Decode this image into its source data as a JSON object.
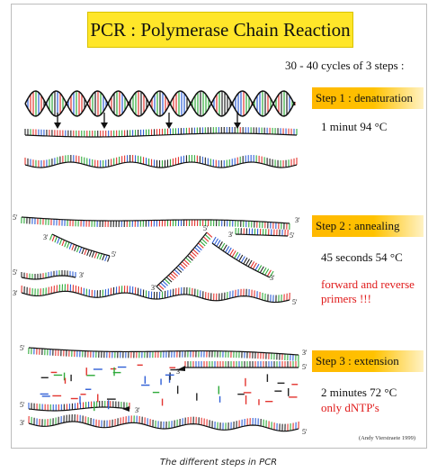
{
  "title": "PCR : Polymerase Chain Reaction",
  "cycles_text": "30 - 40 cycles of 3 steps :",
  "steps": [
    {
      "label": "Step 1 : denaturation",
      "condition": "1 minut 94 °C",
      "note": []
    },
    {
      "label": "Step 2 : annealing",
      "condition": "45 seconds 54 °C",
      "note": [
        "forward and reverse",
        "primers !!!"
      ]
    },
    {
      "label": "Step 3 : extension",
      "condition": "2 minutes 72 °C",
      "note": [
        "only dNTP's"
      ]
    }
  ],
  "end_labels": {
    "five_prime": "5'",
    "three_prime": "3'"
  },
  "credit": "(Andy Vierstraete 1999)",
  "caption": "The different steps in PCR",
  "colors": {
    "title_bg": "#ffe629",
    "step_bg": "#ffb800",
    "note_red": "#e01b1b",
    "base_red": "#e3342f",
    "base_green": "#2faa3a",
    "base_blue": "#2f5fd6",
    "base_black": "#222222"
  }
}
